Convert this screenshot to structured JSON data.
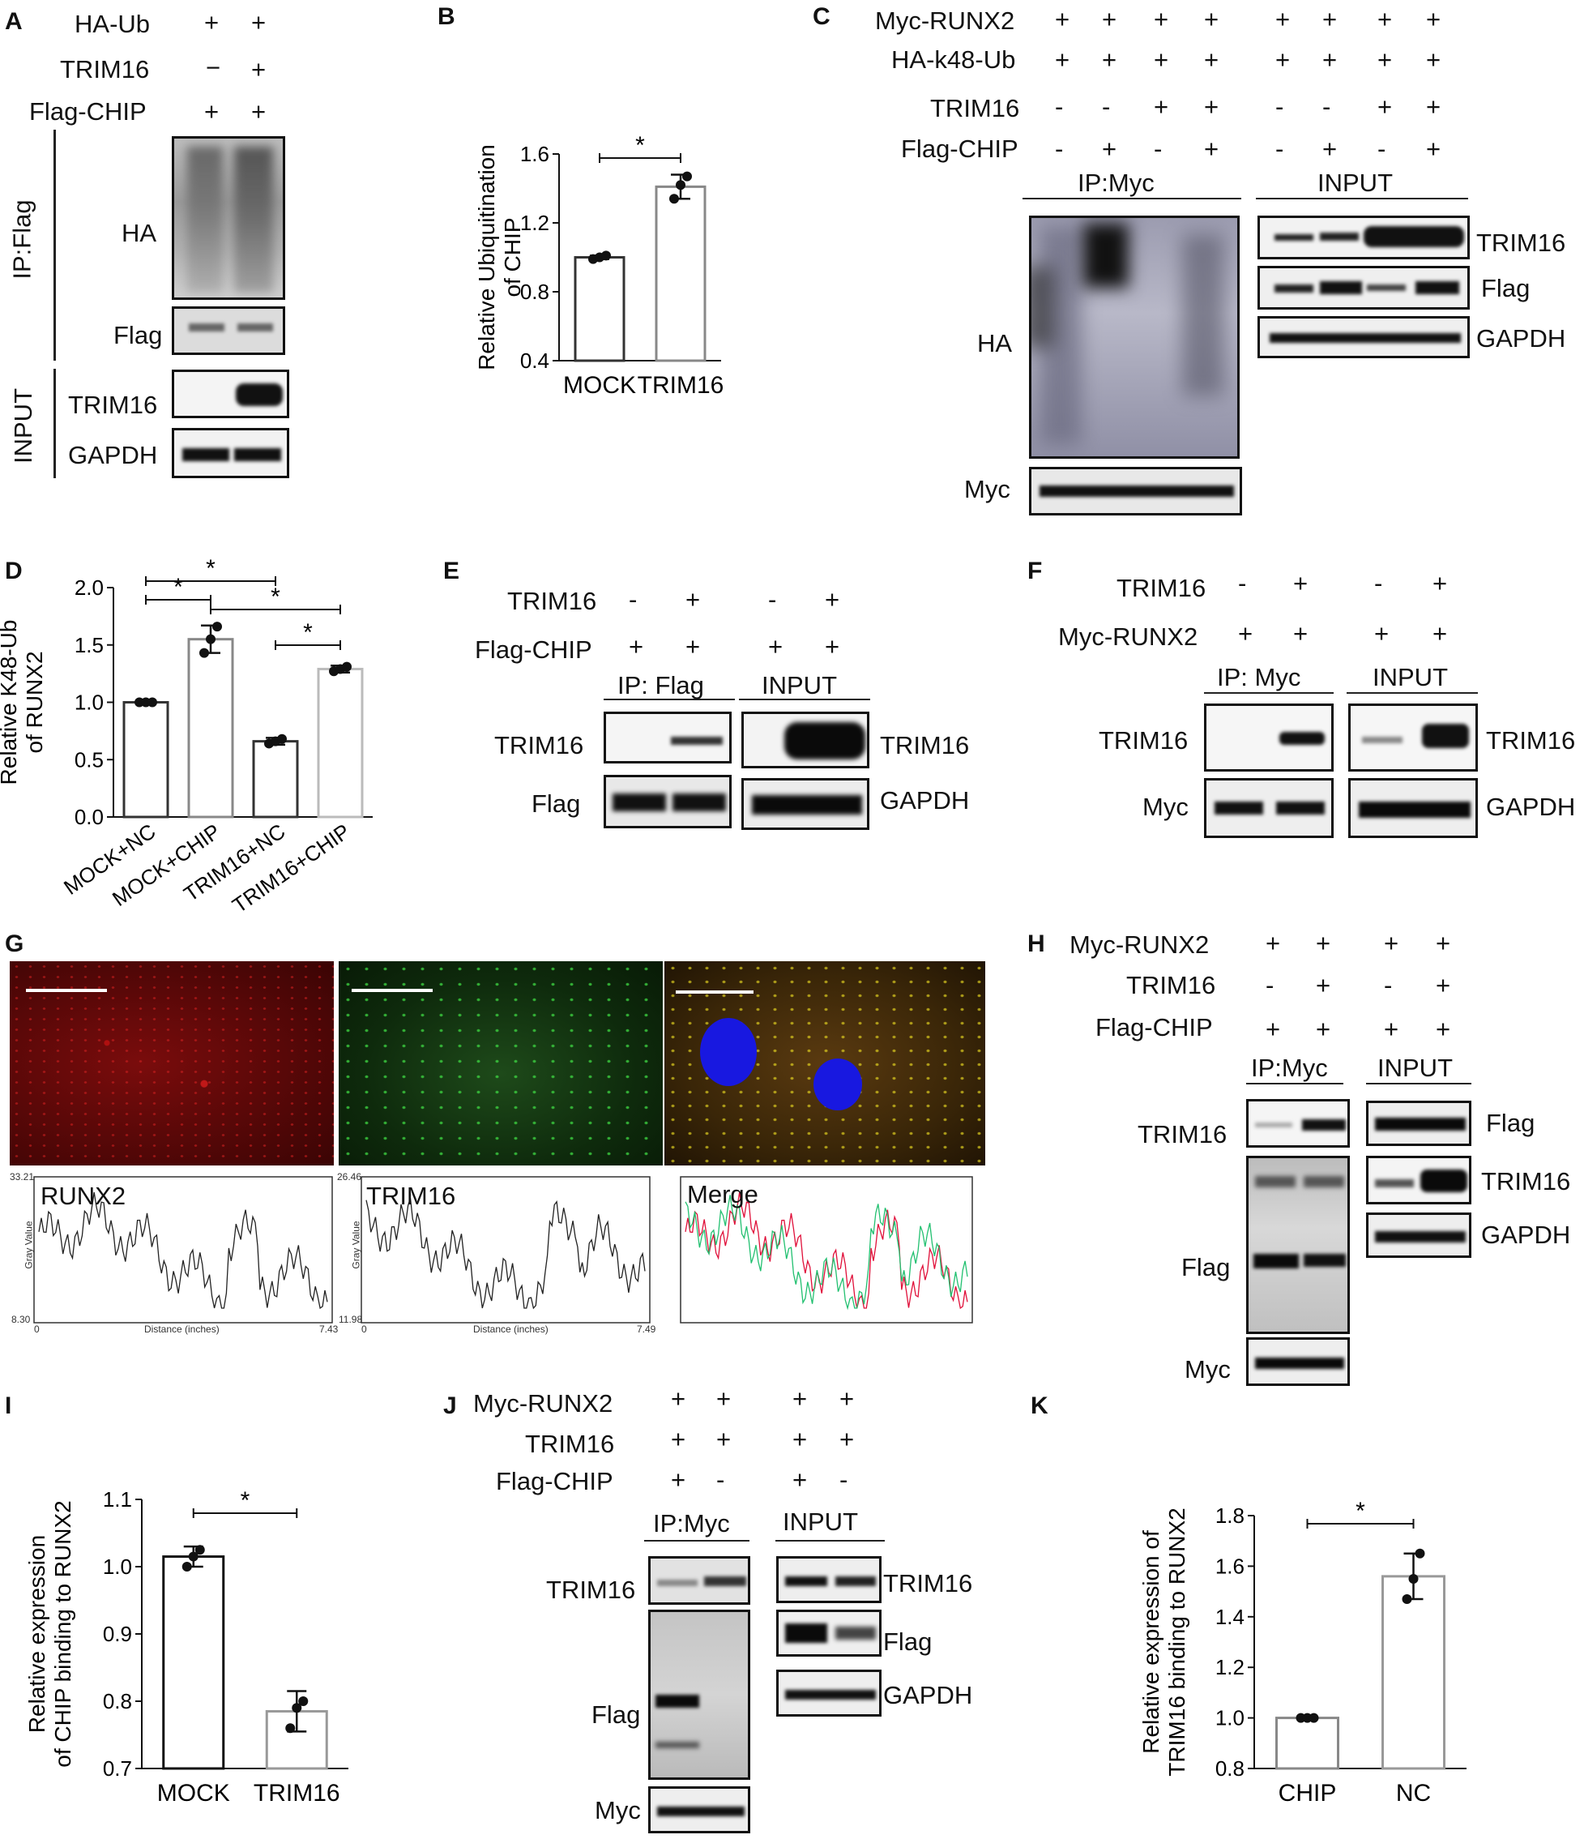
{
  "panels": {
    "A": {
      "letter": "A",
      "conditions": [
        {
          "label": "HA-Ub",
          "signs": [
            "+",
            "+"
          ]
        },
        {
          "label": "TRIM16",
          "signs": [
            "−",
            "+"
          ]
        },
        {
          "label": "Flag-CHIP",
          "signs": [
            "+",
            "+"
          ]
        }
      ],
      "section_ip": "IP:Flag",
      "section_input": "INPUT",
      "rows": [
        "HA",
        "Flag",
        "TRIM16",
        "GAPDH"
      ]
    },
    "B": {
      "letter": "B"
    },
    "C": {
      "letter": "C",
      "conditions": [
        {
          "label": "Myc-RUNX2",
          "signs": [
            "+",
            "+",
            "+",
            "+",
            "+",
            "+",
            "+",
            "+"
          ]
        },
        {
          "label": "HA-k48-Ub",
          "signs": [
            "+",
            "+",
            "+",
            "+",
            "+",
            "+",
            "+",
            "+"
          ]
        },
        {
          "label": "TRIM16",
          "signs": [
            "-",
            "-",
            "+",
            "+",
            "-",
            "-",
            "+",
            "+"
          ]
        },
        {
          "label": "Flag-CHIP",
          "signs": [
            "-",
            "+",
            "-",
            "+",
            "-",
            "+",
            "-",
            "+"
          ]
        }
      ],
      "header_ip": "IP:Myc",
      "header_input": "INPUT",
      "ip_rows": [
        "HA",
        "Myc"
      ],
      "input_rows": [
        "TRIM16",
        "Flag",
        "GAPDH"
      ]
    },
    "D": {
      "letter": "D"
    },
    "E": {
      "letter": "E",
      "conditions": [
        {
          "label": "TRIM16",
          "signs": [
            "-",
            "+",
            "-",
            "+"
          ]
        },
        {
          "label": "Flag-CHIP",
          "signs": [
            "+",
            "+",
            "+",
            "+"
          ]
        }
      ],
      "header_ip": "IP: Flag",
      "header_input": "INPUT",
      "ip_rows": [
        "TRIM16",
        "Flag"
      ],
      "input_rows": [
        "TRIM16",
        "GAPDH"
      ]
    },
    "F": {
      "letter": "F",
      "conditions": [
        {
          "label": "TRIM16",
          "signs": [
            "-",
            "+",
            "-",
            "+"
          ]
        },
        {
          "label": "Myc-RUNX2",
          "signs": [
            "+",
            "+",
            "+",
            "+"
          ]
        }
      ],
      "header_ip": "IP: Myc",
      "header_input": "INPUT",
      "ip_rows": [
        "TRIM16",
        "Myc"
      ],
      "input_rows": [
        "TRIM16",
        "GAPDH"
      ]
    },
    "G": {
      "letter": "G",
      "profiles": [
        {
          "label": "RUNX2",
          "ymax": "33.21",
          "ymin": "8.30",
          "xmin": "0",
          "xmax": "7.43",
          "xlabel": "Distance (inches)",
          "ylabel": "Gray Value"
        },
        {
          "label": "TRIM16",
          "ymax": "26.46",
          "ymin": "11.98",
          "xmin": "0",
          "xmax": "7.49",
          "xlabel": "Distance (inches)",
          "ylabel": "Gray Value"
        },
        {
          "label": "Merge"
        }
      ]
    },
    "H": {
      "letter": "H",
      "conditions": [
        {
          "label": "Myc-RUNX2",
          "signs": [
            "+",
            "+",
            "+",
            "+"
          ]
        },
        {
          "label": "TRIM16",
          "signs": [
            "-",
            "+",
            "-",
            "+"
          ]
        },
        {
          "label": "Flag-CHIP",
          "signs": [
            "+",
            "+",
            "+",
            "+"
          ]
        }
      ],
      "header_ip": "IP:Myc",
      "header_input": "INPUT",
      "ip_rows": [
        "TRIM16",
        "Flag",
        "Myc"
      ],
      "input_rows": [
        "Flag",
        "TRIM16",
        "GAPDH"
      ]
    },
    "I": {
      "letter": "I"
    },
    "J": {
      "letter": "J",
      "conditions": [
        {
          "label": "Myc-RUNX2",
          "signs": [
            "+",
            "+",
            "+",
            "+"
          ]
        },
        {
          "label": "TRIM16",
          "signs": [
            "+",
            "+",
            "+",
            "+"
          ]
        },
        {
          "label": "Flag-CHIP",
          "signs": [
            "+",
            "-",
            "+",
            "-"
          ]
        }
      ],
      "header_ip": "IP:Myc",
      "header_input": "INPUT",
      "ip_rows": [
        "TRIM16",
        "Flag",
        "Myc"
      ],
      "input_rows": [
        "TRIM16",
        "Flag",
        "GAPDH"
      ]
    },
    "K": {
      "letter": "K"
    }
  },
  "chart_data": [
    {
      "panel": "B",
      "type": "bar",
      "categories": [
        "MOCK",
        "TRIM16"
      ],
      "values": [
        1.0,
        1.41
      ],
      "errors": [
        0.01,
        0.07
      ],
      "points": [
        [
          0.99,
          1.0,
          1.01
        ],
        [
          1.34,
          1.42,
          1.47
        ]
      ],
      "ylabel": "Relative Ubiquitination of CHIP",
      "ylim": [
        0.4,
        1.6
      ],
      "yticks": [
        "0.4",
        "0.8",
        "1.2",
        "1.6"
      ],
      "significance": [
        {
          "from": 0,
          "to": 1,
          "label": "*"
        }
      ]
    },
    {
      "panel": "D",
      "type": "bar",
      "categories": [
        "MOCK+NC",
        "MOCK+CHIP",
        "TRIM16+NC",
        "TRIM16+CHIP"
      ],
      "values": [
        1.0,
        1.55,
        0.66,
        1.29
      ],
      "errors": [
        0.01,
        0.12,
        0.03,
        0.03
      ],
      "points": [
        [
          1.0,
          1.0,
          1.0
        ],
        [
          1.43,
          1.55,
          1.66
        ],
        [
          0.64,
          0.66,
          0.68
        ],
        [
          1.27,
          1.29,
          1.31
        ]
      ],
      "ylabel": "Relative K48-Ub of RUNX2",
      "ylim": [
        0.0,
        2.0
      ],
      "yticks": [
        "0.0",
        "0.5",
        "1.0",
        "1.5",
        "2.0"
      ],
      "significance": [
        {
          "from": 0,
          "to": 1,
          "label": "*"
        },
        {
          "from": 0,
          "to": 2,
          "label": "*"
        },
        {
          "from": 1,
          "to": 3,
          "label": "*"
        },
        {
          "from": 2,
          "to": 3,
          "label": "*"
        }
      ]
    },
    {
      "panel": "I",
      "type": "bar",
      "categories": [
        "MOCK",
        "TRIM16"
      ],
      "values": [
        1.015,
        0.785
      ],
      "errors": [
        0.015,
        0.03
      ],
      "points": [
        [
          1.0,
          1.015,
          1.025
        ],
        [
          0.76,
          0.79,
          0.8
        ]
      ],
      "ylabel": "Relative expression of CHIP binding to RUNX2",
      "ylim": [
        0.7,
        1.1
      ],
      "yticks": [
        "0.7",
        "0.8",
        "0.9",
        "1.0",
        "1.1"
      ],
      "significance": [
        {
          "from": 0,
          "to": 1,
          "label": "*"
        }
      ]
    },
    {
      "panel": "K",
      "type": "bar",
      "categories": [
        "CHIP",
        "NC"
      ],
      "values": [
        1.0,
        1.56
      ],
      "errors": [
        0.0,
        0.09
      ],
      "points": [
        [
          1.0,
          1.0,
          1.0
        ],
        [
          1.47,
          1.55,
          1.65
        ]
      ],
      "ylabel": "Relative expression of TRIM16 binding to RUNX2",
      "ylim": [
        0.8,
        1.8
      ],
      "yticks": [
        "0.8",
        "1.0",
        "1.2",
        "1.4",
        "1.6",
        "1.8"
      ],
      "significance": [
        {
          "from": 0,
          "to": 1,
          "label": "*"
        }
      ]
    }
  ]
}
